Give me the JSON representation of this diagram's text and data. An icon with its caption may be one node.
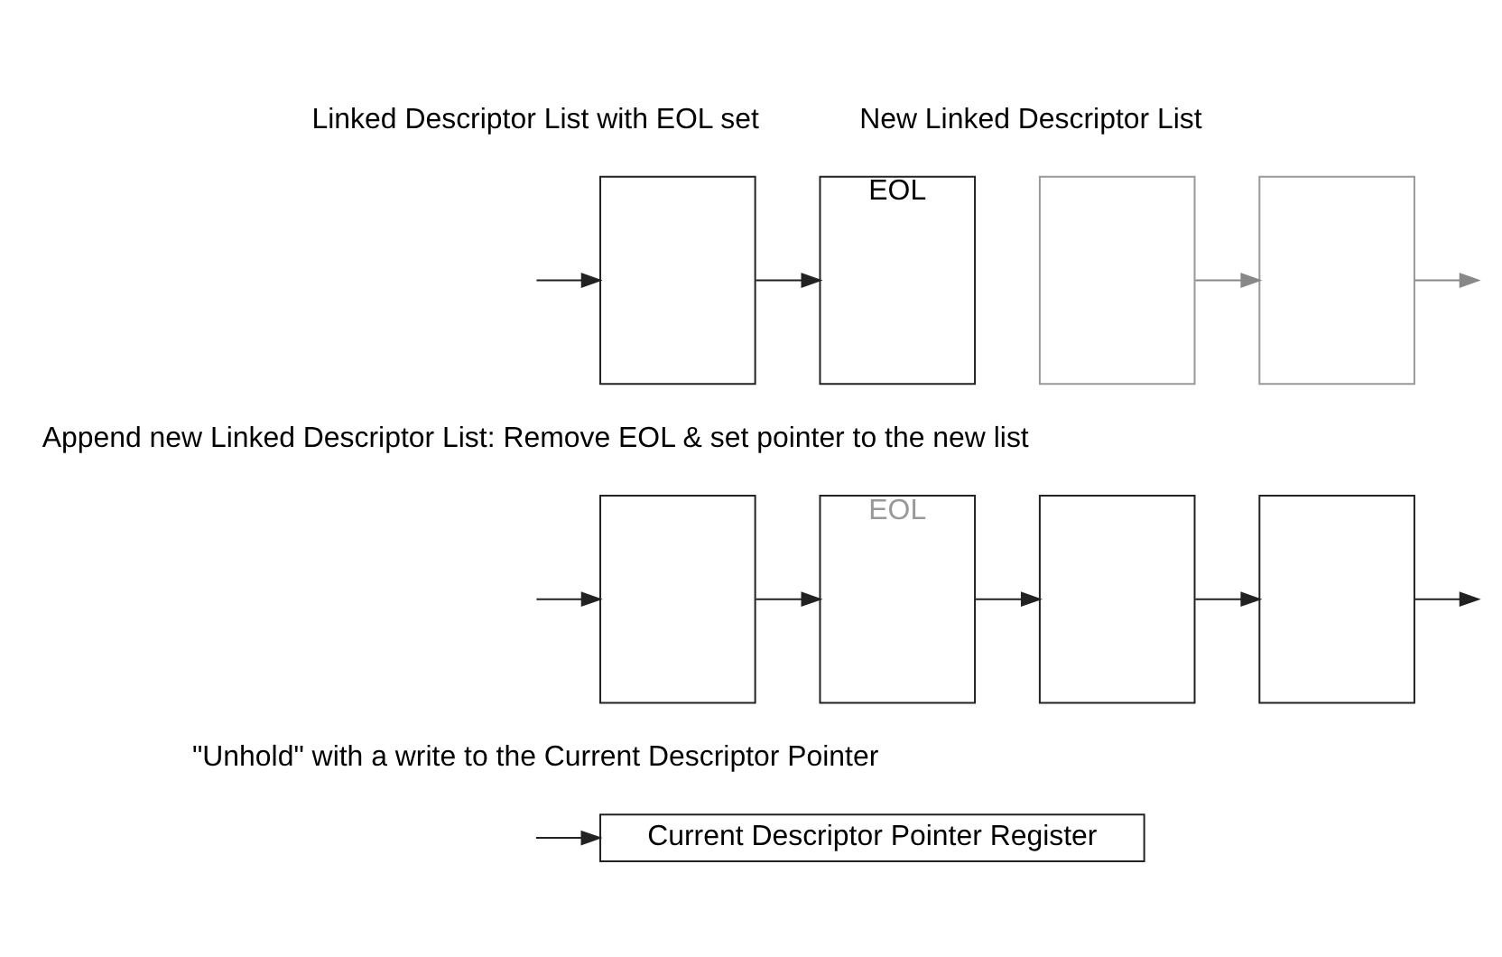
{
  "diagram": {
    "nodes": [
      {
        "text": [],
        "shape": "box"
      },
      {
        "text": [
          "EOL"
        ]
      },
      {
        "text": [],
        "shape": "box"
      },
      {
        "text": [],
        "shape": "box"
      },
      {
        "text": [],
        "shape": "box"
      },
      {
        "text": [
          "EOL"
        ]
      },
      {
        "text": [],
        "shape": "box"
      },
      {
        "text": [],
        "shape": "box"
      },
      {
        "text": [
          "Current Descriptor Pointer Register"
        ]
      }
    ],
    "edges": [
      {
        "from": null,
        "to": 0,
        "arrow": "to"
      },
      {
        "from": 0,
        "to": 1,
        "arrow": "to"
      },
      {
        "from": 2,
        "to": 3,
        "arrow": "to",
        "color": "#888888"
      },
      {
        "from": 3,
        "to": null,
        "arrow": "to",
        "color": "#888888"
      },
      {
        "from": null,
        "to": 4,
        "arrow": "to"
      },
      {
        "from": 4,
        "to": 5,
        "arrow": "to"
      },
      {
        "from": 5,
        "to": 6,
        "arrow": "to"
      },
      {
        "from": 6,
        "to": 7,
        "arrow": "to"
      },
      {
        "from": 7,
        "to": null,
        "arrow": "to"
      },
      {
        "from": null,
        "to": 8,
        "arrow": "to"
      }
    ],
    "labels": [
      "Linked Descriptor List with EOL set",
      "New Linked Descriptor List",
      "Append new Linked Descriptor List: Remove EOL & set pointer to the new list",
      "\"Unhold\" with a write to the Current Descriptor Pointer"
    ]
  }
}
